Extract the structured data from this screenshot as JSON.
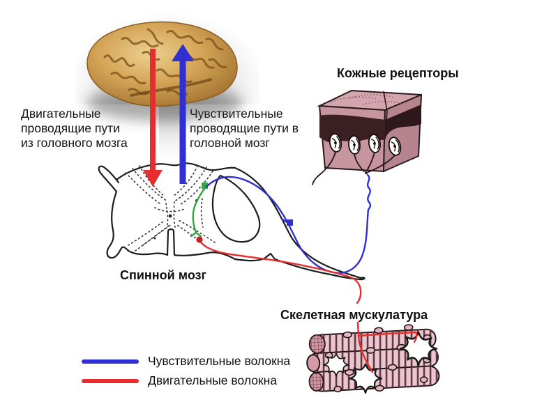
{
  "labels": {
    "motor_pathways": {
      "line1": "Двигательные",
      "line2": "проводящие пути",
      "line3": "из головного мозга"
    },
    "sensory_pathways": {
      "line1": "Чувствительные",
      "line2": "проводящие пути в",
      "line3": "головной мозг"
    },
    "skin_receptors": "Кожные рецепторы",
    "spinal_cord": "Спинной мозг",
    "skeletal_muscles": "Скелетная мускулатура"
  },
  "legend": {
    "sensory": {
      "label": "Чувствительные волокна"
    },
    "motor": {
      "label": "Двигательные волокна"
    }
  },
  "colors": {
    "motor-red": "#e62e2e",
    "sensory-blue": "#3030d2",
    "interneuron-green": "#2fa83c",
    "ink": "#1c1c1c"
  }
}
